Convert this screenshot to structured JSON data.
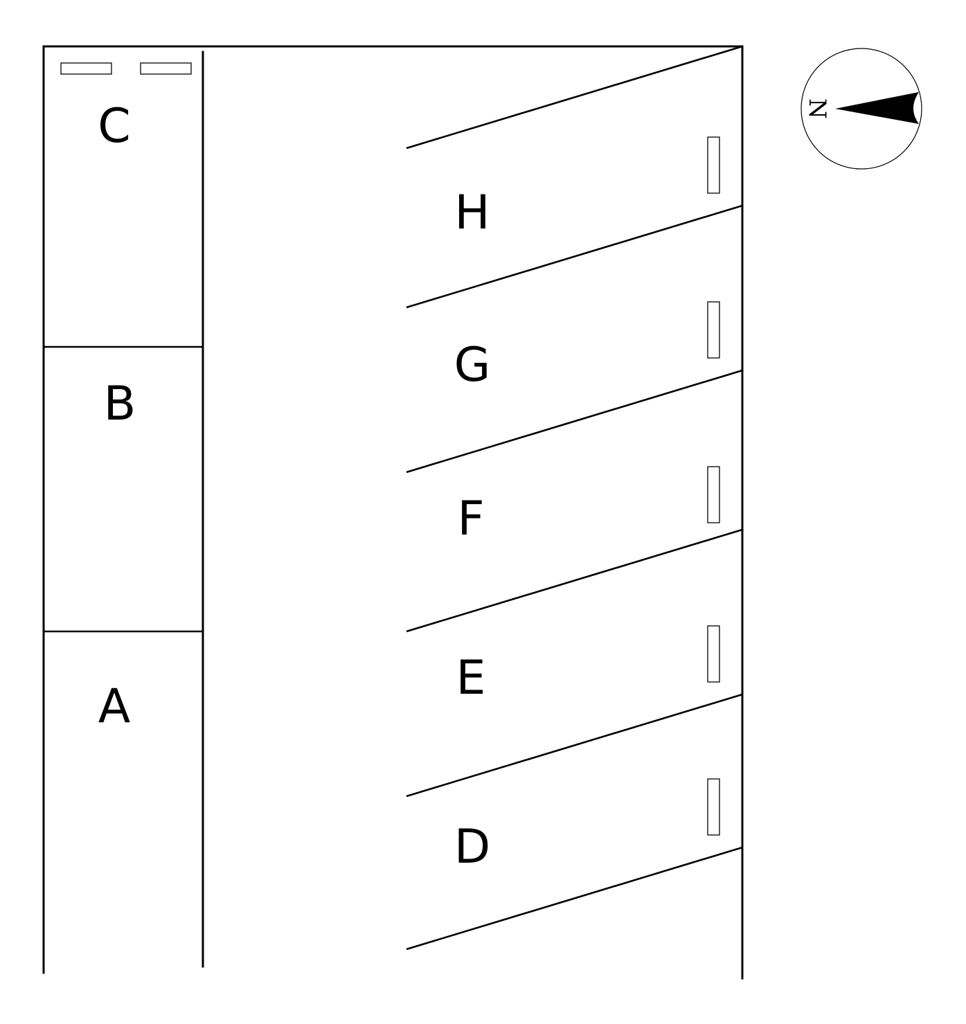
{
  "diagram": {
    "spaces": {
      "a": "A",
      "b": "B",
      "c": "C",
      "d": "D",
      "e": "E",
      "f": "F",
      "g": "G",
      "h": "H"
    },
    "compass": {
      "label": "N",
      "icon": "north-arrow-icon"
    },
    "colors": {
      "line": "#000000",
      "background": "#ffffff"
    }
  }
}
